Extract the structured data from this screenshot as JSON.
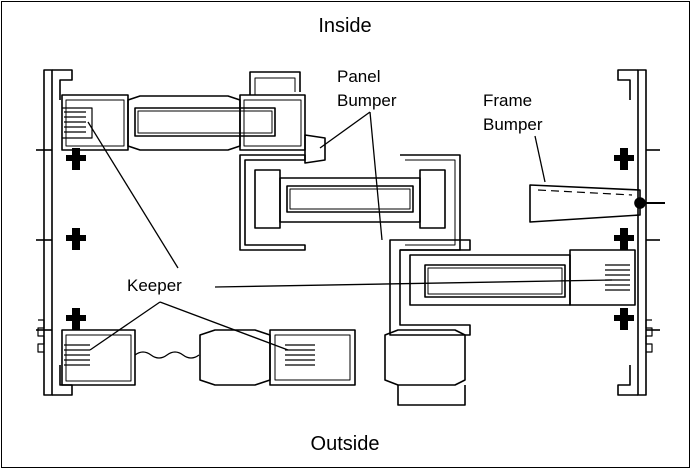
{
  "labels": {
    "inside": "Inside",
    "outside": "Outside",
    "panel_bumper_line1": "Panel",
    "panel_bumper_line2": "Bumper",
    "frame_bumper_line1": "Frame",
    "frame_bumper_line2": "Bumper",
    "keeper": "Keeper"
  },
  "colors": {
    "line": "#000000",
    "background": "#ffffff"
  }
}
